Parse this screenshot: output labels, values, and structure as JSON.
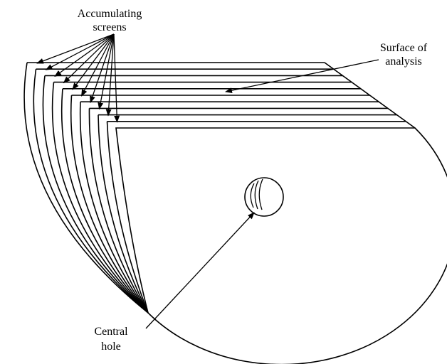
{
  "labels": {
    "accumulating_line1": "Accumulating",
    "accumulating_line2": "screens",
    "surface_line1": "Surface of",
    "surface_line2": "analysis",
    "central_line1": "Central",
    "central_line2": "hole"
  },
  "screen_count": 10,
  "colors": {
    "stroke": "#000000",
    "background": "#ffffff"
  }
}
